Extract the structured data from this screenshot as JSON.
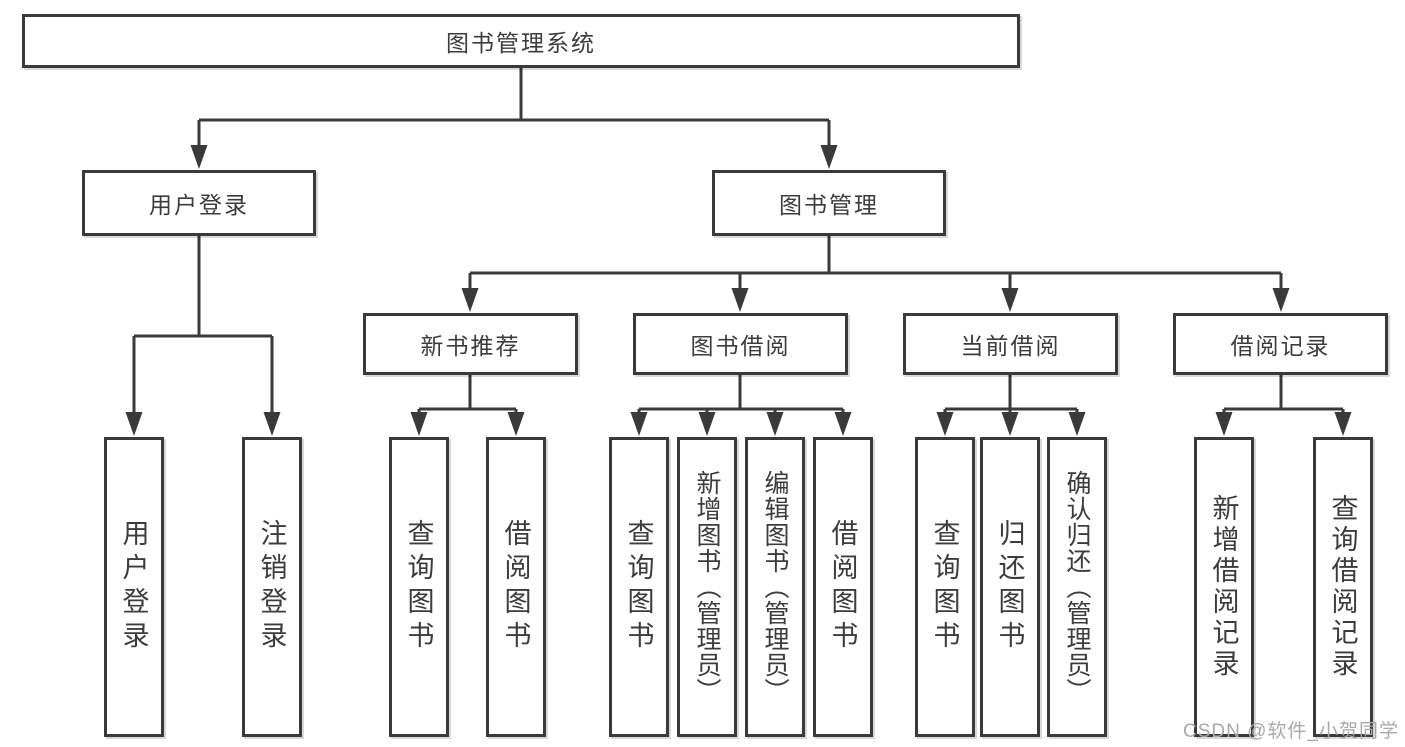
{
  "tree": {
    "root": {
      "label": "图书管理系统"
    },
    "login": {
      "label": "用户登录",
      "children": [
        "用户登录",
        "注销登录"
      ]
    },
    "management": {
      "label": "图书管理"
    },
    "sections": [
      {
        "label": "新书推荐",
        "children": [
          "查询图书",
          "借阅图书"
        ]
      },
      {
        "label": "图书借阅",
        "children": [
          "查询图书",
          "新增图书（管理员）",
          "编辑图书（管理员）",
          "借阅图书"
        ]
      },
      {
        "label": "当前借阅",
        "children": [
          "查询图书",
          "归还图书",
          "确认归还（管理员）"
        ]
      },
      {
        "label": "借阅记录",
        "children": [
          "新增借阅记录",
          "查询借阅记录"
        ]
      }
    ]
  },
  "watermark": "CSDN @软件_小贺同学",
  "colors": {
    "line": "#3a3a3a",
    "text": "#3c3c3c",
    "watermark": "#a9a9a9",
    "background": "#ffffff"
  }
}
